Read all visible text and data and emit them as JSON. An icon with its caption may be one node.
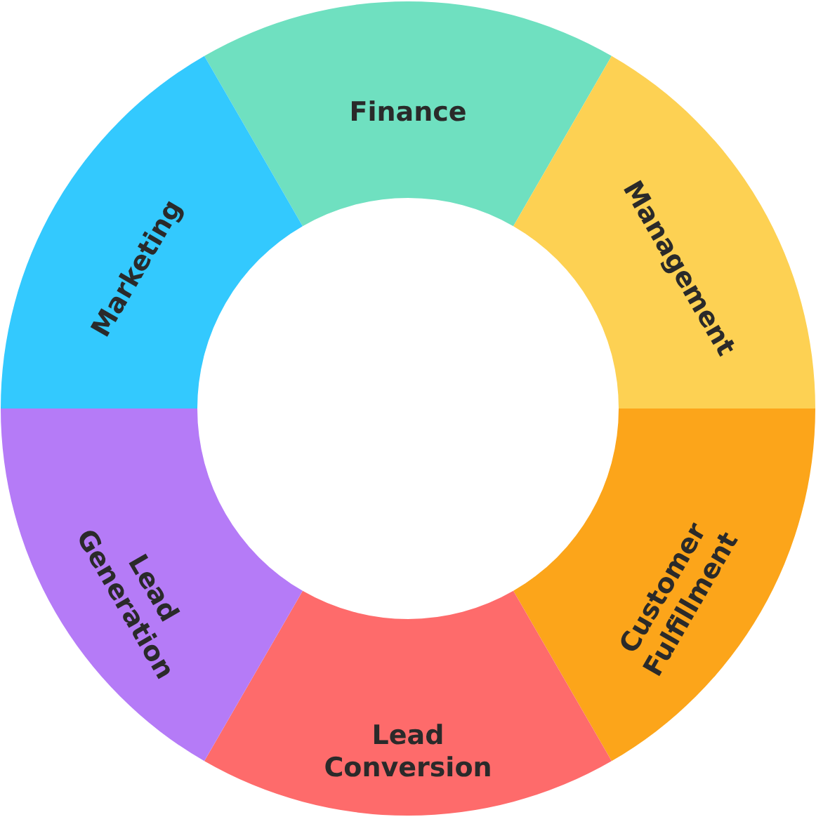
{
  "diagram": {
    "nodes": [
      {
        "text": [
          "Finance"
        ]
      },
      {
        "text": [
          "Management"
        ]
      },
      {
        "text": [
          "Customer Fulfillment"
        ]
      },
      {
        "text": [
          "Lead Conversion"
        ]
      },
      {
        "text": [
          "Lead Generation"
        ]
      },
      {
        "text": [
          "Marketing"
        ]
      }
    ]
  }
}
